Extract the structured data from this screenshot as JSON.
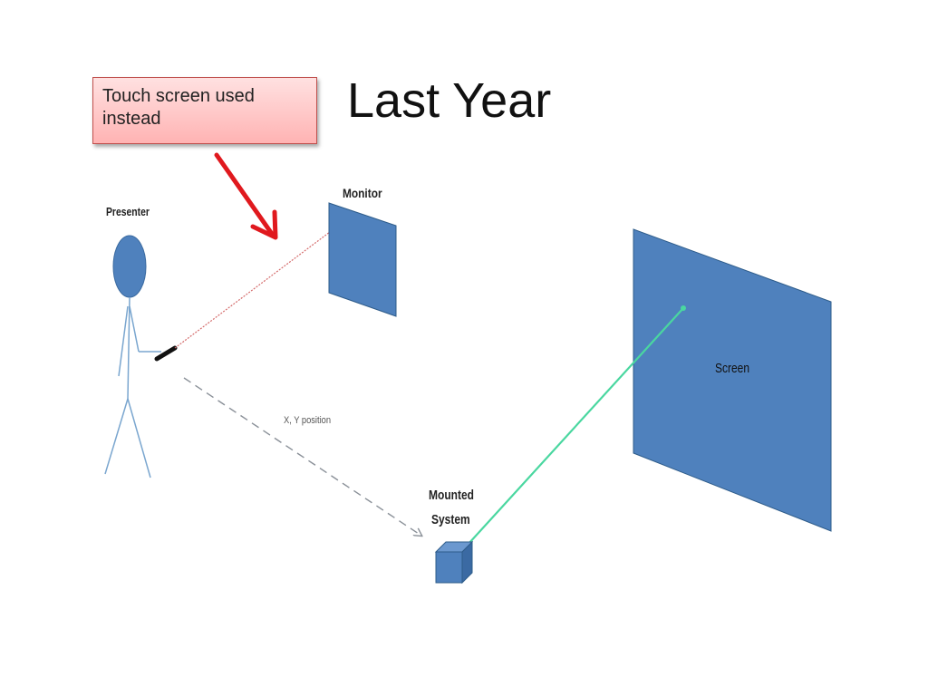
{
  "slide": {
    "title": "Last Year",
    "callout": "Touch screen used instead"
  },
  "diagram": {
    "labels": {
      "presenter": "Presenter",
      "monitor": "Monitor",
      "screen": "Screen",
      "xy_position": "X, Y position",
      "mounted_line1": "Mounted",
      "mounted_line2": "System"
    }
  },
  "colors": {
    "shape_fill": "#4f81bd",
    "shape_stroke": "#2e5c8a",
    "arrow_red": "#e0191e",
    "beam_green": "#4ad7a0",
    "laser_red": "#d46a6a",
    "dashed_gray": "#8a9098"
  }
}
